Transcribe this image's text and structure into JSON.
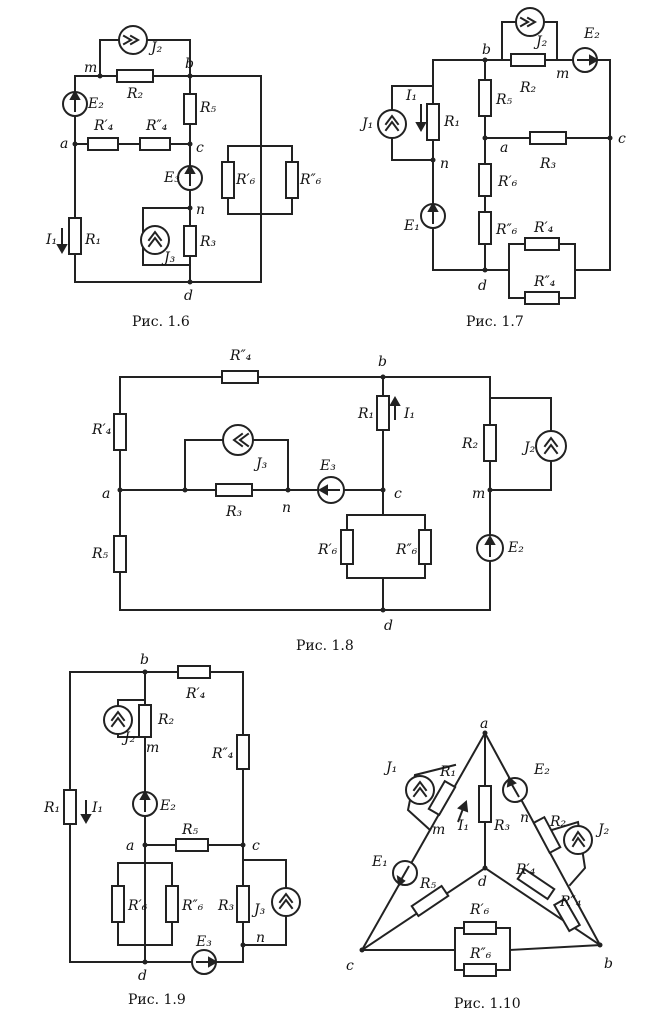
{
  "figures": [
    {
      "caption": "Рис. 1.6",
      "labels": {
        "m": "m",
        "b": "b",
        "a": "a",
        "c": "c",
        "n": "n",
        "d": "d",
        "J2": "J₂",
        "R2": "R₂",
        "E2": "E₂",
        "R5": "R₅",
        "R4p": "R′₄",
        "R4pp": "R″₄",
        "E3": "E₃",
        "R6p": "R′₆",
        "R6pp": "R″₆",
        "J3": "J₃",
        "R3": "R₃",
        "I1": "I₁",
        "R1": "R₁"
      }
    },
    {
      "caption": "Рис. 1.7",
      "labels": {
        "b": "b",
        "m": "m",
        "a": "a",
        "c": "c",
        "n": "n",
        "d": "d",
        "J2": "J₂",
        "E2": "E₂",
        "R2": "R₂",
        "J1": "J₁",
        "I1": "I₁",
        "R1": "R₁",
        "R5": "R₅",
        "R3": "R₃",
        "R6p": "R′₆",
        "E1": "E₁",
        "R6pp": "R″₆",
        "R4p": "R′₄",
        "R4pp": "R″₄"
      }
    },
    {
      "caption": "Рис. 1.8",
      "labels": {
        "b": "b",
        "a": "a",
        "n": "n",
        "c": "c",
        "m": "m",
        "d": "d",
        "R4pp": "R″₄",
        "R4p": "R′₄",
        "R1": "R₁",
        "I1": "I₁",
        "R2": "R₂",
        "J2": "J₂",
        "J3": "J₃",
        "E3": "E₃",
        "R3": "R₃",
        "R5": "R₅",
        "R6p": "R′₆",
        "R6pp": "R″₆",
        "E2": "E₂"
      }
    },
    {
      "caption": "Рис. 1.9",
      "labels": {
        "b": "b",
        "m": "m",
        "a": "a",
        "c": "c",
        "n": "n",
        "d": "d",
        "R4p": "R′₄",
        "J2": "J₂",
        "R2": "R₂",
        "R4pp": "R″₄",
        "R1": "R₁",
        "I1": "I₁",
        "E2": "E₂",
        "R5": "R₅",
        "R6p": "R′₆",
        "R6pp": "R″₆",
        "R3": "R₃",
        "J3": "J₃",
        "E3": "E₃"
      }
    },
    {
      "caption": "Рис. 1.10",
      "labels": {
        "a": "a",
        "m": "m",
        "n": "n",
        "d": "d",
        "c": "c",
        "b": "b",
        "J1": "J₁",
        "R1": "R₁",
        "I1": "I₁",
        "R3": "R₃",
        "E2": "E₂",
        "R2": "R₂",
        "J2": "J₂",
        "E1": "E₁",
        "R5": "R₅",
        "R4p": "R′₄",
        "R4pp": "R″₄",
        "R6p": "R′₆",
        "R6pp": "R″₆"
      }
    }
  ]
}
